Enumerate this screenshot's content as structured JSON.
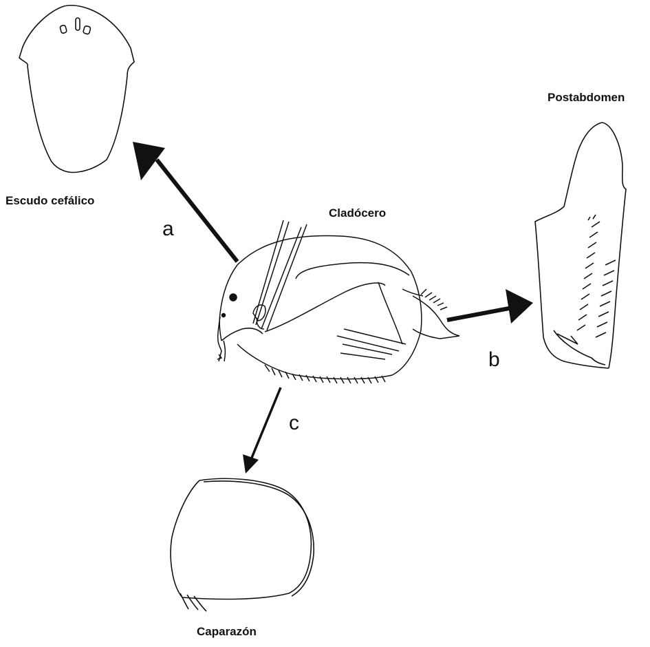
{
  "labels": {
    "head_shield": "Escudo cefálico",
    "cladoceran": "Cladócero",
    "postabdomen": "Postabdomen",
    "carapace": "Caparazón"
  },
  "arrows": {
    "a": "a",
    "b": "b",
    "c": "c"
  },
  "colors": {
    "ink": "#111111",
    "background": "#ffffff"
  }
}
